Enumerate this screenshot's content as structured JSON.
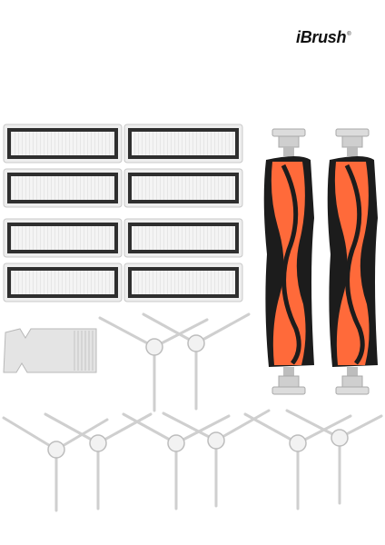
{
  "brand": {
    "logo_text": "iBrush",
    "trademark": "®"
  },
  "product_image": {
    "colors": {
      "filter_frame": "#2f2f2f",
      "filter_media": "#f3f3f3",
      "brush_core": "#ff6a3a",
      "brush_bristle": "#1c1c1c",
      "end_cap": "#dcdcdc",
      "side_brush": "#f2f2f2",
      "comb": "#e4e4e4"
    },
    "filters_count": 8,
    "main_brushes_count": 2,
    "side_brushes_count": 8,
    "cleaning_tools_count": 1
  }
}
